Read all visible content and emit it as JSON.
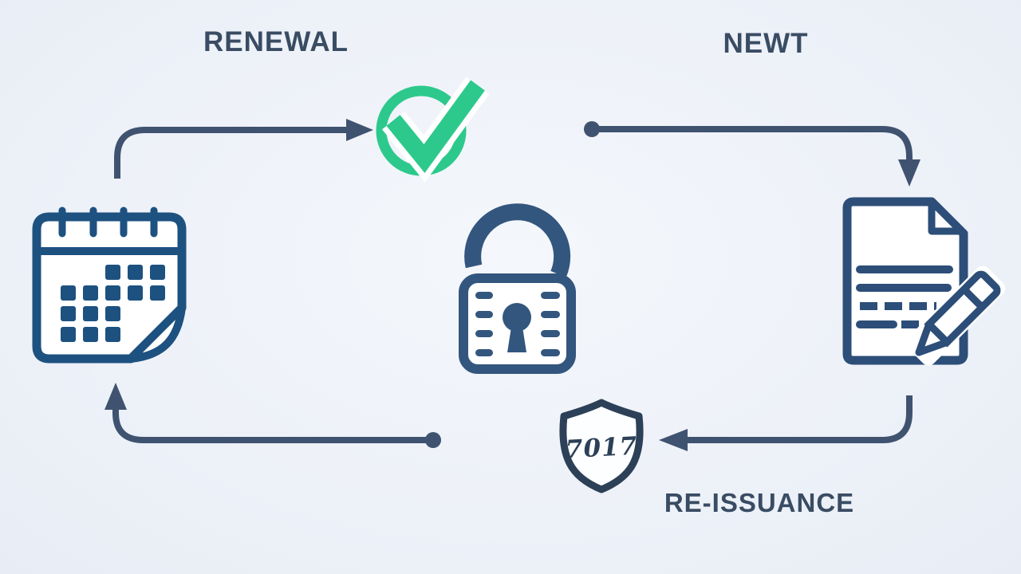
{
  "colors": {
    "background": "#edf1f8",
    "ink": "#394c63",
    "arrow": "#3f5370",
    "green": "#2dc98c",
    "calendar_blue": "#1d5180",
    "lock_blue": "#33567e",
    "document_blue": "#2c4e78",
    "shield_ink": "#2c4057"
  },
  "diagram": {
    "labels": {
      "renewal": "RENEWAL",
      "newt": "NEWT",
      "reissuance": "RE-ISSUANCE"
    },
    "shield_badge_text": "7017",
    "nodes": [
      {
        "id": "calendar",
        "icon": "calendar-icon"
      },
      {
        "id": "check",
        "icon": "check-circle-icon"
      },
      {
        "id": "padlock",
        "icon": "padlock-icon"
      },
      {
        "id": "document",
        "icon": "document-edit-icon"
      },
      {
        "id": "shield",
        "icon": "shield-badge-icon"
      }
    ]
  }
}
